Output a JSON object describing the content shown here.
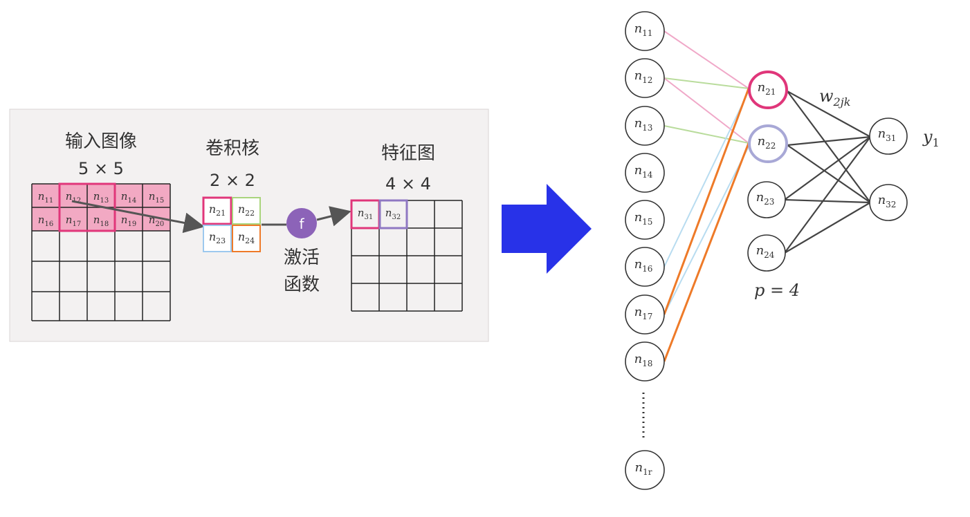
{
  "left_panel": {
    "input_title": "输入图像",
    "input_size": "5 × 5",
    "kernel_title": "卷积核",
    "kernel_size": "2 × 2",
    "feature_title": "特征图",
    "feature_size": "4 × 4",
    "activation_symbol": "f",
    "activation_label_1": "激活",
    "activation_label_2": "函数",
    "input_cells": [
      {
        "base": "n",
        "sub": "11"
      },
      {
        "base": "n",
        "sub": "12"
      },
      {
        "base": "n",
        "sub": "13"
      },
      {
        "base": "n",
        "sub": "14"
      },
      {
        "base": "n",
        "sub": "15"
      },
      {
        "base": "n",
        "sub": "16"
      },
      {
        "base": "n",
        "sub": "17"
      },
      {
        "base": "n",
        "sub": "18"
      },
      {
        "base": "n",
        "sub": "19"
      },
      {
        "base": "n",
        "sub": "20"
      }
    ],
    "kernel_cells": [
      {
        "base": "n",
        "sub": "21"
      },
      {
        "base": "n",
        "sub": "22"
      },
      {
        "base": "n",
        "sub": "23"
      },
      {
        "base": "n",
        "sub": "24"
      }
    ],
    "feature_cells": [
      {
        "base": "n",
        "sub": "31"
      },
      {
        "base": "n",
        "sub": "32"
      }
    ],
    "colors": {
      "panel_bg": "#f3f1f1",
      "input_fill": "#f2a9c3",
      "magenta": "#e0367a",
      "green": "#a9d47c",
      "blue": "#9cc8ee",
      "orange": "#ee7a28",
      "purple_f": "#8c63b8",
      "purple_box": "#8f78c2"
    }
  },
  "arrow": {
    "color": "#2832e8"
  },
  "network": {
    "layer1": [
      {
        "base": "n",
        "sub": "11"
      },
      {
        "base": "n",
        "sub": "12"
      },
      {
        "base": "n",
        "sub": "13"
      },
      {
        "base": "n",
        "sub": "14"
      },
      {
        "base": "n",
        "sub": "15"
      },
      {
        "base": "n",
        "sub": "16"
      },
      {
        "base": "n",
        "sub": "17"
      },
      {
        "base": "n",
        "sub": "18"
      },
      {
        "base": "n",
        "sub": "1r"
      }
    ],
    "layer2": [
      {
        "base": "n",
        "sub": "21"
      },
      {
        "base": "n",
        "sub": "22"
      },
      {
        "base": "n",
        "sub": "23"
      },
      {
        "base": "n",
        "sub": "24"
      }
    ],
    "layer3": [
      {
        "base": "n",
        "sub": "31"
      },
      {
        "base": "n",
        "sub": "32"
      }
    ],
    "weight_label": {
      "base": "w",
      "sub": "2jk"
    },
    "output_label": {
      "base": "y",
      "sub": "1"
    },
    "p_label": "p = 4",
    "colors": {
      "pink_line": "#f0a8c8",
      "green_line": "#b9dc9c",
      "cyan_line": "#b8dcf0",
      "orange_line": "#ee7a28",
      "n21_ring": "#e0367a",
      "n22_ring": "#a8a8d6",
      "dark_line": "#444444"
    }
  }
}
